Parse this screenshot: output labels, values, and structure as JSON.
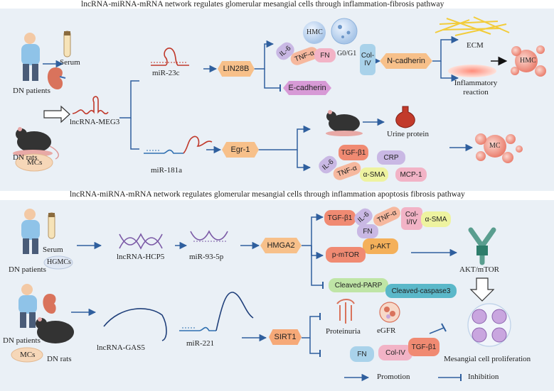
{
  "panel1": {
    "title": "lncRNA-miRNA-mRNA network regulates glomerular mesangial cells through inflammation-fibrosis pathway",
    "dn_patients": "DN patients",
    "serum": "Serum",
    "dn_rats": "DN rats",
    "mcs": "MCs",
    "lncrna_meg3": "lncRNA-MEG3",
    "mir_23c": "miR-23c",
    "mir_181a": "miR-181a",
    "lin28b": "LIN28B",
    "e_cadherin": "E-cadherin",
    "egr1": "Egr-1",
    "il6": "IL-6",
    "tnf_a": "TNF-α",
    "fn": "FN",
    "hmc_cell": "HMC",
    "g0g1": "G0/G1",
    "col_iv": "Col-IV",
    "n_cadherin": "N-cadherin",
    "ecm": "ECM",
    "inflammatory_reaction": "Inflammatory reaction",
    "hmc_result": "HMC",
    "urine_protein": "Urine protein",
    "il6_b": "IL-6",
    "tgf_b1": "TGF-β1",
    "tnf_a_b": "TNF-α",
    "a_sma": "α-SMA",
    "crp": "CRP",
    "mcp1": "MCP-1",
    "mc_result": "MC"
  },
  "panel2": {
    "title": "lncRNA-miRNA-mRNA network regulates glomerular mesangial cells through inflammation apoptosis fibrosis pathway",
    "dn_patients": "DN patients",
    "serum": "Serum",
    "hgmcs": "HGMCs",
    "lncrna_hcp5": "lncRNA-HCP5",
    "mir_93_5p": "miR-93-5p",
    "hmga2": "HMGA2",
    "tgf_b1": "TGF-β1",
    "il6": "IL-6",
    "tnf_a": "TNF-α",
    "col_i_iv": "Col-I/IV",
    "a_sma": "α-SMA",
    "fn": "FN",
    "p_akt": "p-AKT",
    "p_mtor": "p-mTOR",
    "cleaved_parp": "Cleaved-PARP",
    "cleaved_caspase3": "Cleaved-caspase3",
    "akt_mtor": "AKT/mTOR",
    "dn_patients_2": "DN patients",
    "mcs": "MCs",
    "dn_rats": "DN rats",
    "lncrna_gas5": "lncRNA-GAS5",
    "mir_221": "miR-221",
    "sirt1": "SIRT1",
    "proteinuria": "Proteinuria",
    "egfr": "eGFR",
    "fn_b": "FN",
    "col_iv": "Col-IV",
    "tgf_b1_b": "TGF-β1",
    "mesangial": "Mesangial cell proliferation"
  },
  "legend": {
    "promotion": "Promotion",
    "inhibition": "Inhibition"
  },
  "colors": {
    "arrow": "#2f5f9e",
    "panel_bg": "#e9eef5",
    "rna_purple": "#7b5aa6",
    "rna_red": "#c0392b",
    "rna_blue": "#2f6fb0",
    "salmon": "#f08a72",
    "lavender": "#c9b8e4",
    "peach": "#f6b89e",
    "pink": "#f2b3c6",
    "light_blue": "#a9d2ea",
    "yellow_green": "#eef3a0",
    "hmga2": "#f7c08a",
    "sirt1": "#f6a978",
    "pink_purple": "#e8a6d9",
    "green": "#bfe5a6",
    "teal": "#5bb8c9",
    "orange": "#f4b05a"
  }
}
